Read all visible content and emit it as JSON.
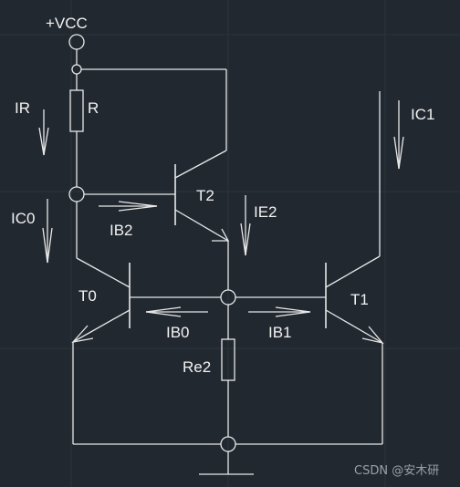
{
  "diagram": {
    "supply_label": "+VCC",
    "components": {
      "resistor_r": "R",
      "resistor_re2": "Re2",
      "transistor_t0": "T0",
      "transistor_t1": "T1",
      "transistor_t2": "T2"
    },
    "currents": {
      "ir": "IR",
      "ic0": "IC0",
      "ib2": "IB2",
      "ie2": "IE2",
      "ib0": "IB0",
      "ib1": "IB1",
      "ic1": "IC1"
    }
  },
  "watermark": "CSDN @安木研",
  "colors": {
    "background": "#212830",
    "grid": "#2b333c",
    "line": "#e8e8e8",
    "text": "#f2f2f2"
  }
}
